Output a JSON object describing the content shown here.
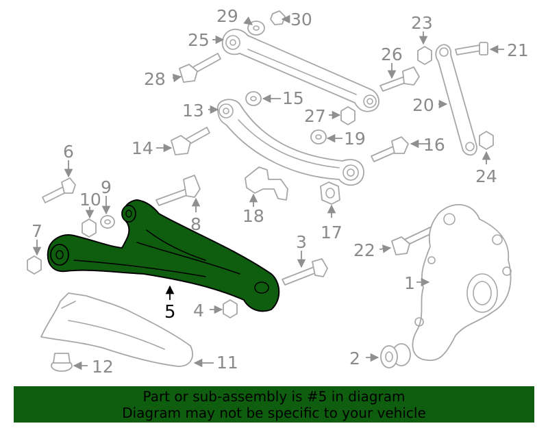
{
  "banner": {
    "line1": "Part or sub-assembly is #5 in diagram",
    "line2": "Diagram may not be specific to your vehicle",
    "color": "#0f5e0f"
  },
  "highlighted_part": "5",
  "callouts": {
    "c1": "1",
    "c2": "2",
    "c3": "3",
    "c4": "4",
    "c5": "5",
    "c6": "6",
    "c7": "7",
    "c8": "8",
    "c9": "9",
    "c10": "10",
    "c11": "11",
    "c12": "12",
    "c13": "13",
    "c14": "14",
    "c15": "15",
    "c16": "16",
    "c17": "17",
    "c18": "18",
    "c19": "19",
    "c20": "20",
    "c21": "21",
    "c22": "22",
    "c23": "23",
    "c24": "24",
    "c25": "25",
    "c26": "26",
    "c27": "27",
    "c28": "28",
    "c29": "29",
    "c30": "30"
  }
}
